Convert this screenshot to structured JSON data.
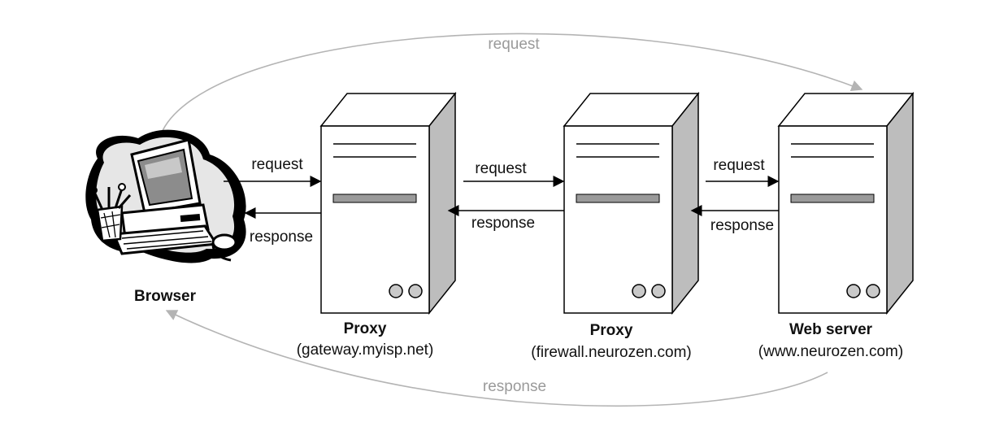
{
  "colors": {
    "flow_gray": "#b4b4b4",
    "flow_text_gray": "#9a9a9a",
    "arrow_black": "#000000",
    "server_front": "#ffffff",
    "server_side": "#bdbdbd",
    "server_top": "#ffffff",
    "drive_bay": "#9a9a9a",
    "button": "#c9c9c9",
    "browser_blob": "#000000"
  },
  "icons": {
    "browser": "desktop-computer-icon",
    "server": "tower-server-icon"
  },
  "nodes": [
    {
      "id": "browser",
      "name": "Browser",
      "host": ""
    },
    {
      "id": "proxy1",
      "name": "Proxy",
      "host": "(gateway.myisp.net)"
    },
    {
      "id": "proxy2",
      "name": "Proxy",
      "host": "(firewall.neurozen.com)"
    },
    {
      "id": "web",
      "name": "Web server",
      "host": "(www.neurozen.com)"
    }
  ],
  "links": [
    {
      "from": "browser",
      "to": "proxy1",
      "request": "request",
      "response": "response"
    },
    {
      "from": "proxy1",
      "to": "proxy2",
      "request": "request",
      "response": "response"
    },
    {
      "from": "proxy2",
      "to": "web",
      "request": "request",
      "response": "response"
    }
  ],
  "overall": {
    "request": "request",
    "response": "response"
  }
}
